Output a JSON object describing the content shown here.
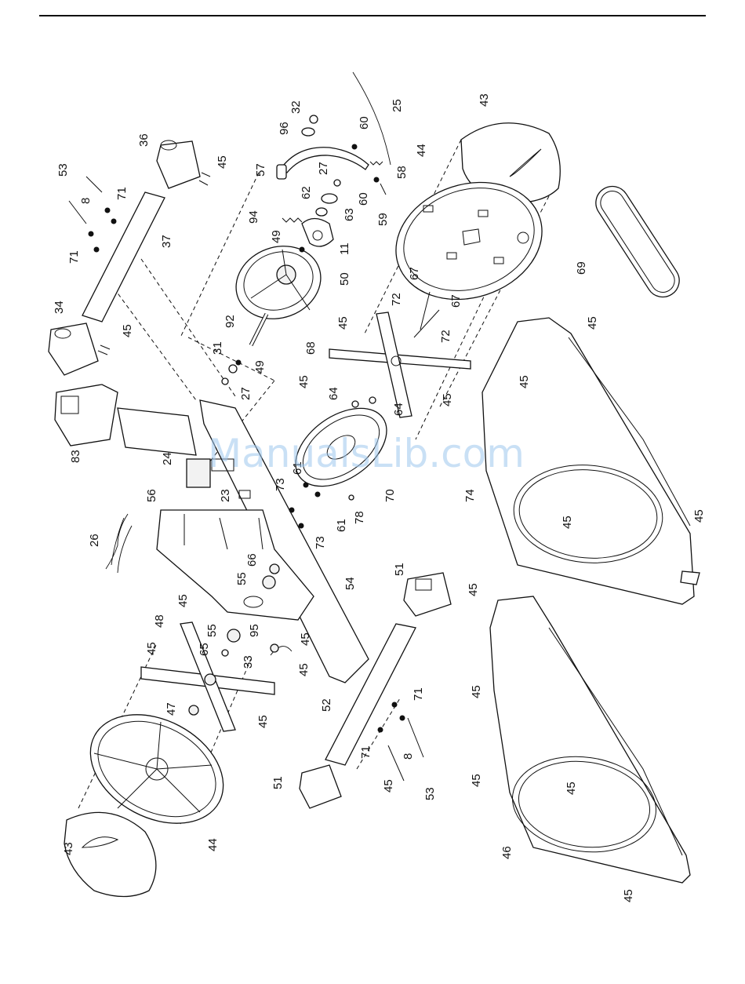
{
  "watermark": "ManualsLib.com",
  "labels": {
    "l43a": "43",
    "l44a": "44",
    "l69": "69",
    "l25": "25",
    "l32": "32",
    "l96": "96",
    "l60a": "60",
    "l58": "58",
    "l60b": "60",
    "l59": "59",
    "l27a": "27",
    "l62": "62",
    "l63": "63",
    "l57": "57",
    "l94": "94",
    "l49a": "49",
    "l11": "11",
    "l50": "50",
    "l36": "36",
    "l45a": "45",
    "l53a": "53",
    "l71a": "71",
    "l8a": "8",
    "l37": "37",
    "l71b": "71",
    "l34": "34",
    "l45b": "45",
    "l92": "92",
    "l31": "31",
    "l49b": "49",
    "l27b": "27",
    "l83": "83",
    "l67a": "67",
    "l72a": "72",
    "l67b": "67",
    "l72b": "72",
    "l45c": "45",
    "l68": "68",
    "l45d": "45",
    "l64a": "64",
    "l64b": "64",
    "l45e": "45",
    "l45f": "45",
    "l45g": "45",
    "l24": "24",
    "l56": "56",
    "l23": "23",
    "l61a": "61",
    "l73a": "73",
    "l70": "70",
    "l61b": "61",
    "l73b": "73",
    "l78": "78",
    "l74": "74",
    "l45h": "45",
    "l45i": "45",
    "l26": "26",
    "l66": "66",
    "l55a": "55",
    "l54": "54",
    "l51a": "51",
    "l45j": "45",
    "l45k": "45",
    "l48": "48",
    "l55b": "55",
    "l95": "95",
    "l45l": "45",
    "l45m": "45",
    "l65": "65",
    "l33": "33",
    "l45n": "45",
    "l71c": "71",
    "l52": "52",
    "l47": "47",
    "l45o": "45",
    "l71d": "71",
    "l8b": "8",
    "l53b": "53",
    "l45p": "45",
    "l51b": "51",
    "l45q": "45",
    "l45r": "45",
    "l44b": "44",
    "l43b": "43",
    "l46": "46",
    "l45s": "45",
    "l45t": "45"
  }
}
